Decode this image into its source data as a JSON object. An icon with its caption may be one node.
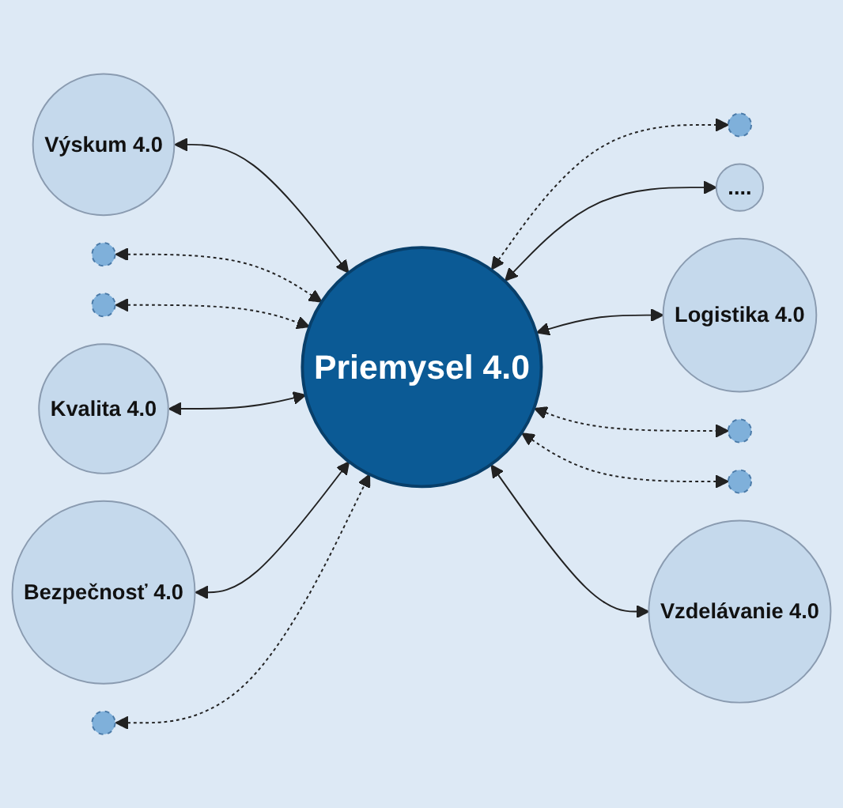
{
  "diagram": {
    "nodes": [
      {
        "text": [
          "Výskum 4.0"
        ]
      },
      {
        "text": [],
        "shape": "circle"
      },
      {
        "text": [],
        "shape": "circle"
      },
      {
        "text": [
          "Kvalita 4.0"
        ]
      },
      {
        "text": [
          "Bezpečnosť 4.0"
        ]
      },
      {
        "text": [],
        "shape": "circle"
      },
      {
        "text": [
          "Priemysel 4.0"
        ]
      },
      {
        "text": [],
        "shape": "circle"
      },
      {
        "text": [
          "...."
        ]
      },
      {
        "text": [
          "Logistika 4.0"
        ]
      },
      {
        "text": [],
        "shape": "circle"
      },
      {
        "text": [],
        "shape": "circle"
      },
      {
        "text": [
          "Vzdelávanie 4.0"
        ]
      }
    ],
    "edges": [
      {
        "from": 0,
        "to": 6,
        "arrow": "both"
      },
      {
        "from": 1,
        "to": 6,
        "arrow": "both",
        "style": "dashed"
      },
      {
        "from": 2,
        "to": 6,
        "arrow": "both",
        "style": "dashed"
      },
      {
        "from": 3,
        "to": 6,
        "arrow": "both"
      },
      {
        "from": 4,
        "to": 6,
        "arrow": "both"
      },
      {
        "from": 5,
        "to": 6,
        "arrow": "both",
        "style": "dashed"
      },
      {
        "from": 6,
        "to": 7,
        "arrow": "both",
        "style": "dashed"
      },
      {
        "from": 6,
        "to": 8,
        "arrow": "both"
      },
      {
        "from": 6,
        "to": 9,
        "arrow": "both"
      },
      {
        "from": 6,
        "to": 10,
        "arrow": "both",
        "style": "dashed"
      },
      {
        "from": 6,
        "to": 11,
        "arrow": "both",
        "style": "dashed"
      },
      {
        "from": 6,
        "to": 12,
        "arrow": "both"
      }
    ]
  }
}
